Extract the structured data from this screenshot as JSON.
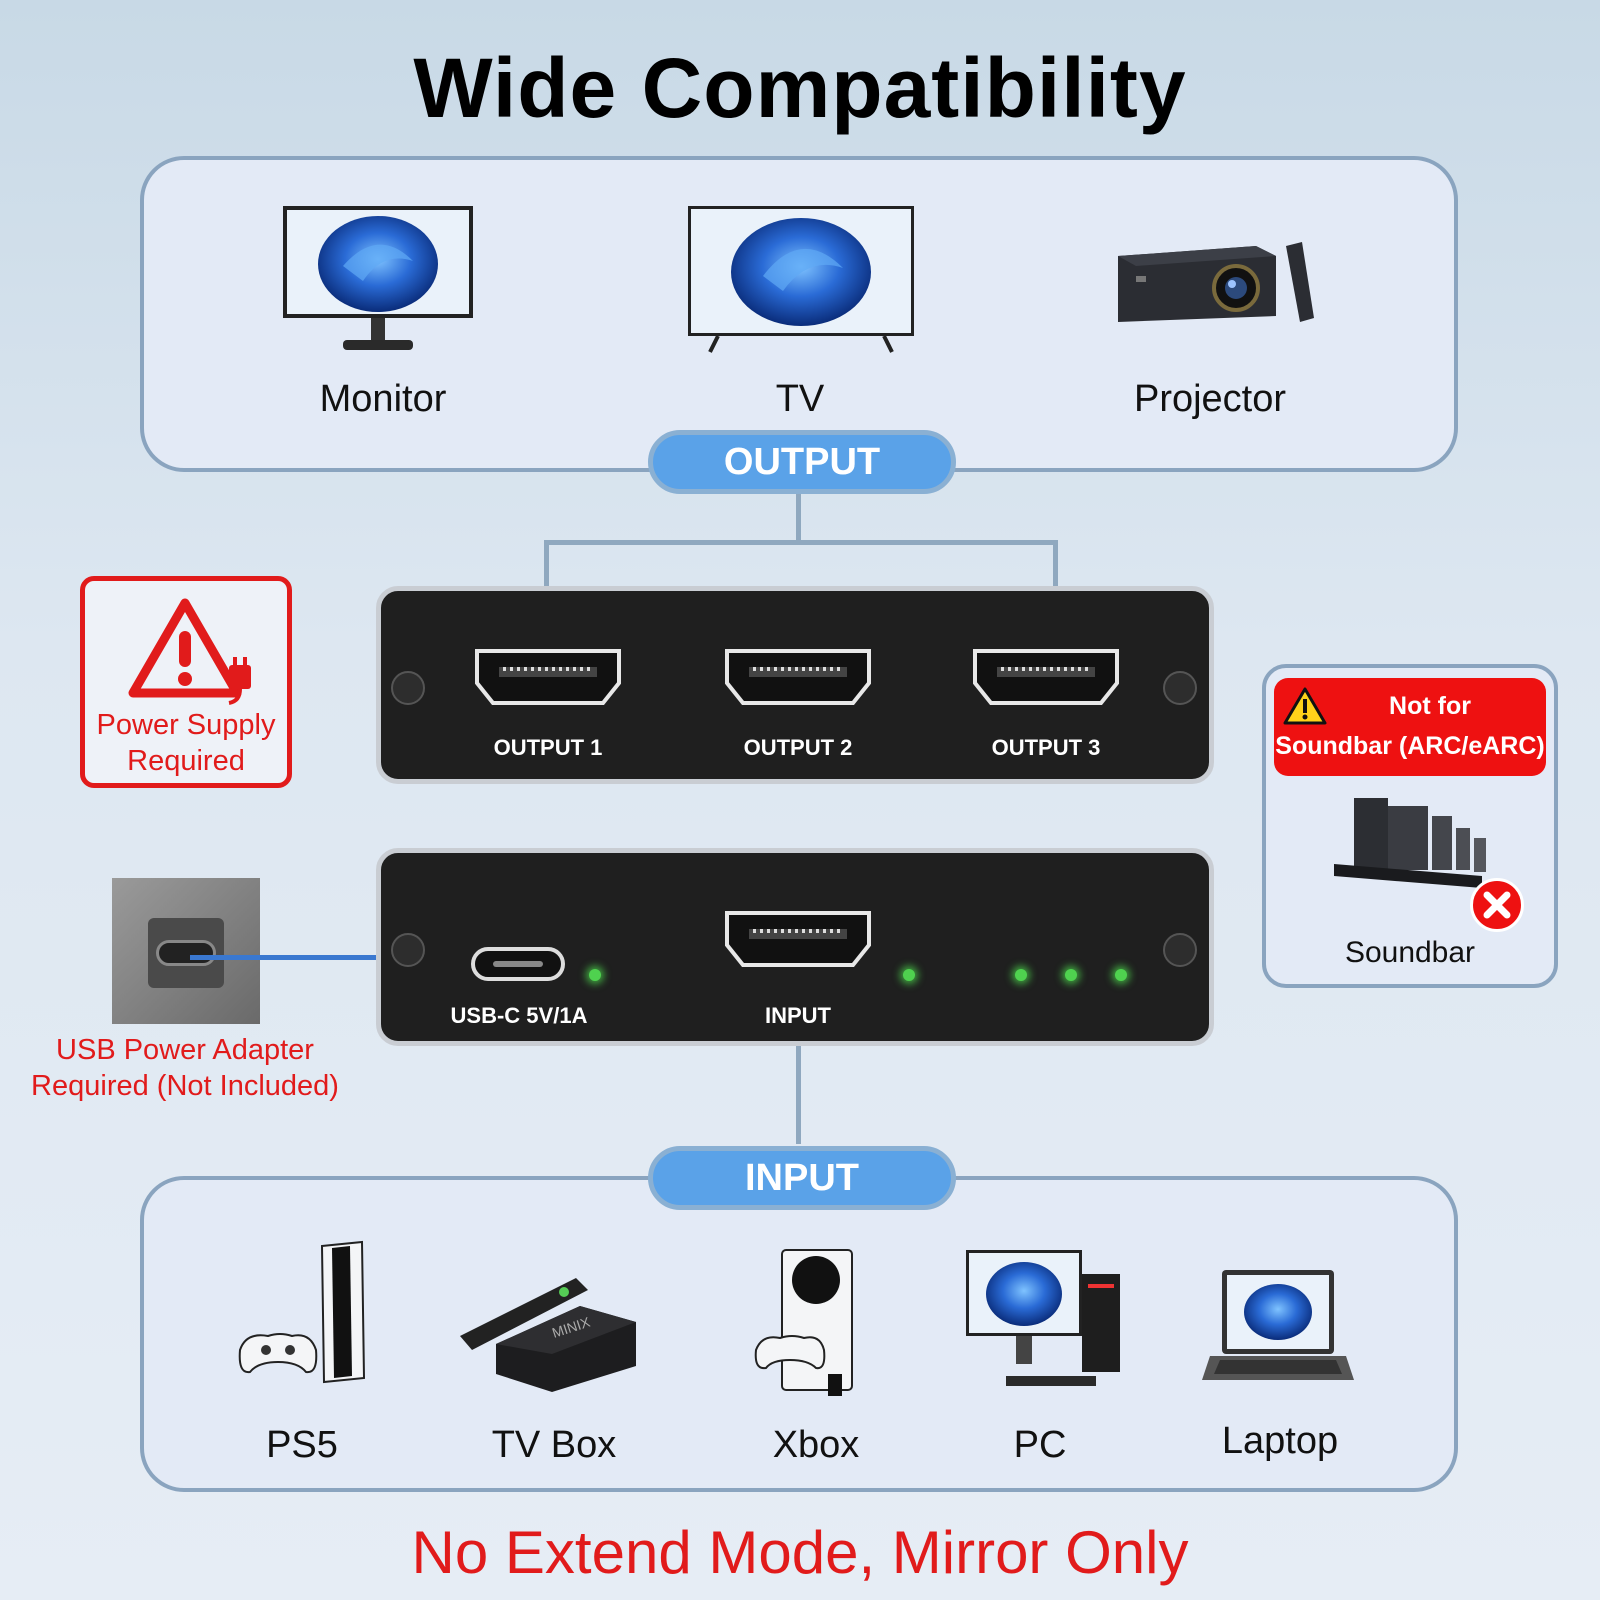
{
  "title": "Wide Compatibility",
  "output": {
    "badge": "OUTPUT",
    "devices": [
      {
        "label": "Monitor",
        "icon": "monitor-icon"
      },
      {
        "label": "TV",
        "icon": "tv-icon"
      },
      {
        "label": "Projector",
        "icon": "projector-icon"
      }
    ]
  },
  "splitter_output": {
    "ports": [
      "OUTPUT 1",
      "OUTPUT 2",
      "OUTPUT 3"
    ]
  },
  "splitter_input": {
    "usb_label": "USB-C 5V/1A",
    "input_label": "INPUT"
  },
  "power_warning": {
    "text_line1": "Power Supply",
    "text_line2": "Required"
  },
  "adapter_note": {
    "line1": "USB Power Adapter",
    "line2": "Required (Not Included)"
  },
  "soundbar_warning": {
    "line1": "Not for",
    "line2": "Soundbar (ARC/eARC)",
    "device_label": "Soundbar"
  },
  "input": {
    "badge": "INPUT",
    "devices": [
      {
        "label": "PS5",
        "icon": "ps5-icon"
      },
      {
        "label": "TV Box",
        "icon": "tv-box-icon"
      },
      {
        "label": "Xbox",
        "icon": "xbox-icon"
      },
      {
        "label": "PC",
        "icon": "pc-icon"
      },
      {
        "label": "Laptop",
        "icon": "laptop-icon"
      }
    ]
  },
  "footer": "No Extend Mode, Mirror Only",
  "colors": {
    "accent_blue": "#5aa2e8",
    "warning_red": "#e11b1b",
    "led_green": "#4fd14f"
  }
}
